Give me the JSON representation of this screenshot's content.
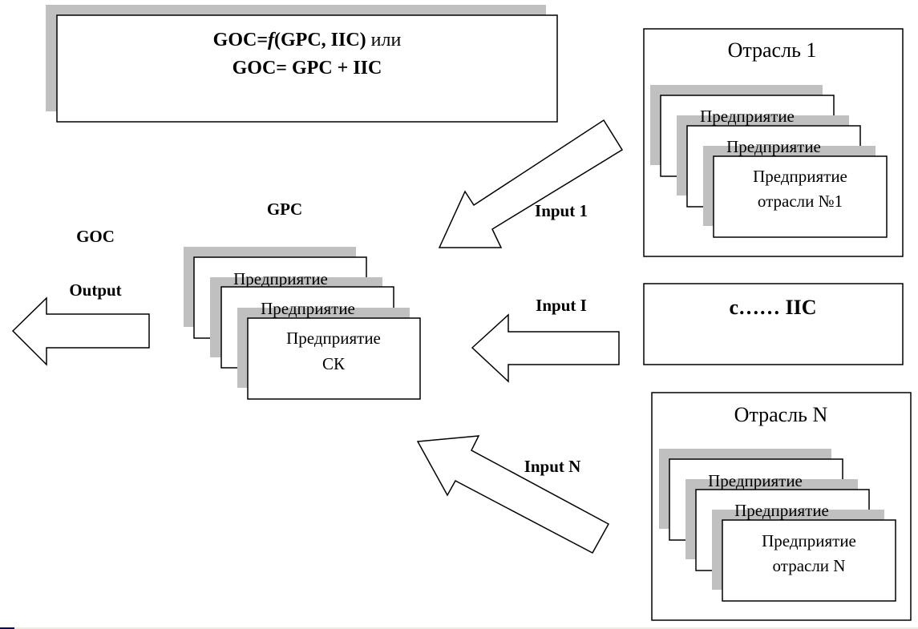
{
  "formula": {
    "line1_prefix": "GOC=",
    "line1_f": "f",
    "line1_args": "(GPC, IIC)",
    "line1_suffix": " или",
    "line2": "GOC= GPC + IIC"
  },
  "labels": {
    "goc": "GOC",
    "gpc": "GPC",
    "output": "Output",
    "input_1": "Input 1",
    "input_i": "Input I",
    "input_n": "Input N"
  },
  "center_stack": {
    "back": "Предприятие",
    "middle": "Предприятие",
    "front_line1": "Предприятие",
    "front_line2": "СК"
  },
  "industry_1": {
    "title": "Отрасль 1",
    "back": "Предприятие",
    "middle": "Предприятие",
    "front_line1": "Предприятие",
    "front_line2": "отрасли №1"
  },
  "iic_box": {
    "label": "с…… IIC"
  },
  "industry_n": {
    "title": "Отрасль N",
    "back": "Предприятие",
    "middle": "Предприятие",
    "front_line1": "Предприятие",
    "front_line2": "отрасли N"
  }
}
